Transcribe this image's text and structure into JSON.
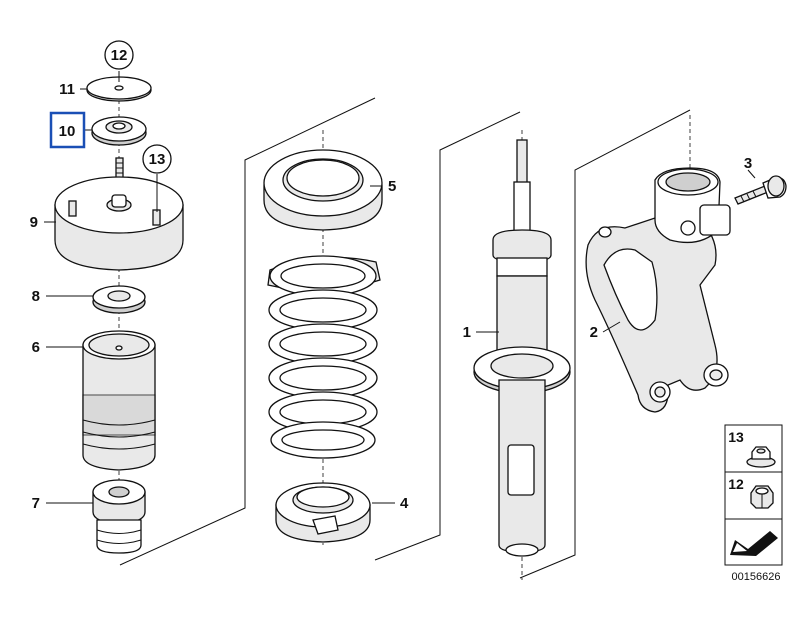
{
  "callouts": {
    "p1": "1",
    "p2": "2",
    "p3": "3",
    "p4": "4",
    "p5": "5",
    "p6": "6",
    "p7": "7",
    "p8": "8",
    "p9": "9",
    "p10": "10",
    "p11": "11",
    "p12": "12",
    "p13": "13"
  },
  "legend": {
    "item13": "13",
    "item12": "12"
  },
  "reference_number": "00156626",
  "highlight_color": "#1a4fb5",
  "icons": {
    "hardware_nut_13": "flange-nut-icon",
    "hardware_nut_12": "nut-icon",
    "tool": "arrow-wedge-icon"
  }
}
